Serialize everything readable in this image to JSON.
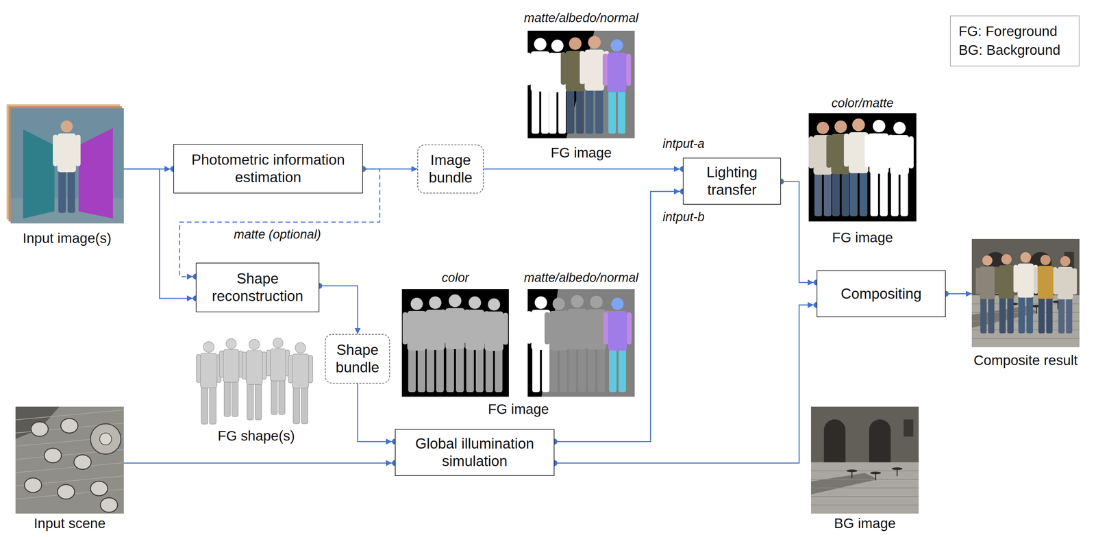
{
  "diagram": {
    "nodes": [
      {
        "text": [
          "Input image(s)"
        ]
      },
      {
        "text": [
          "Photometric information estimation"
        ]
      },
      {
        "text": [
          "Image bundle"
        ]
      },
      {
        "text": [
          "matte/albedo/normal",
          "FG image"
        ]
      },
      {
        "text": [
          "Lighting transfer"
        ]
      },
      {
        "text": [
          "color/matte",
          "FG image"
        ]
      },
      {
        "text": [
          "FG: Foreground",
          "BG: Background"
        ]
      },
      {
        "text": [
          "Compositing"
        ]
      },
      {
        "text": [
          "Composite result"
        ]
      },
      {
        "text": [
          "Shape reconstruction"
        ]
      },
      {
        "text": [
          "Shape bundle"
        ]
      },
      {
        "text": [
          "FG shape(s)"
        ]
      },
      {
        "text": [
          "color",
          "matte/albedo/normal",
          "FG image"
        ]
      },
      {
        "text": [
          "Global illumination simulation"
        ]
      },
      {
        "text": [
          "Input scene"
        ]
      },
      {
        "text": [
          "BG image"
        ]
      }
    ],
    "edges": [
      {
        "from": 0,
        "to": 1,
        "arrow": "to"
      },
      {
        "from": 0,
        "to": 9,
        "arrow": "to"
      },
      {
        "from": 1,
        "to": 2,
        "arrow": "to"
      },
      {
        "from": 1,
        "to": 9,
        "label": "matte (optional)",
        "arrow": "to"
      },
      {
        "from": 9,
        "to": 10,
        "arrow": "to"
      },
      {
        "from": 10,
        "to": 13,
        "arrow": "to"
      },
      {
        "from": 14,
        "to": 13,
        "arrow": "to"
      },
      {
        "from": 2,
        "to": 4,
        "label": "intput-a",
        "arrow": "to"
      },
      {
        "from": 13,
        "to": 4,
        "label": "intput-b",
        "arrow": "to"
      },
      {
        "from": 4,
        "to": 7,
        "arrow": "to"
      },
      {
        "from": 13,
        "to": 7,
        "arrow": "to"
      },
      {
        "from": 7,
        "to": 8,
        "arrow": "to"
      }
    ]
  }
}
